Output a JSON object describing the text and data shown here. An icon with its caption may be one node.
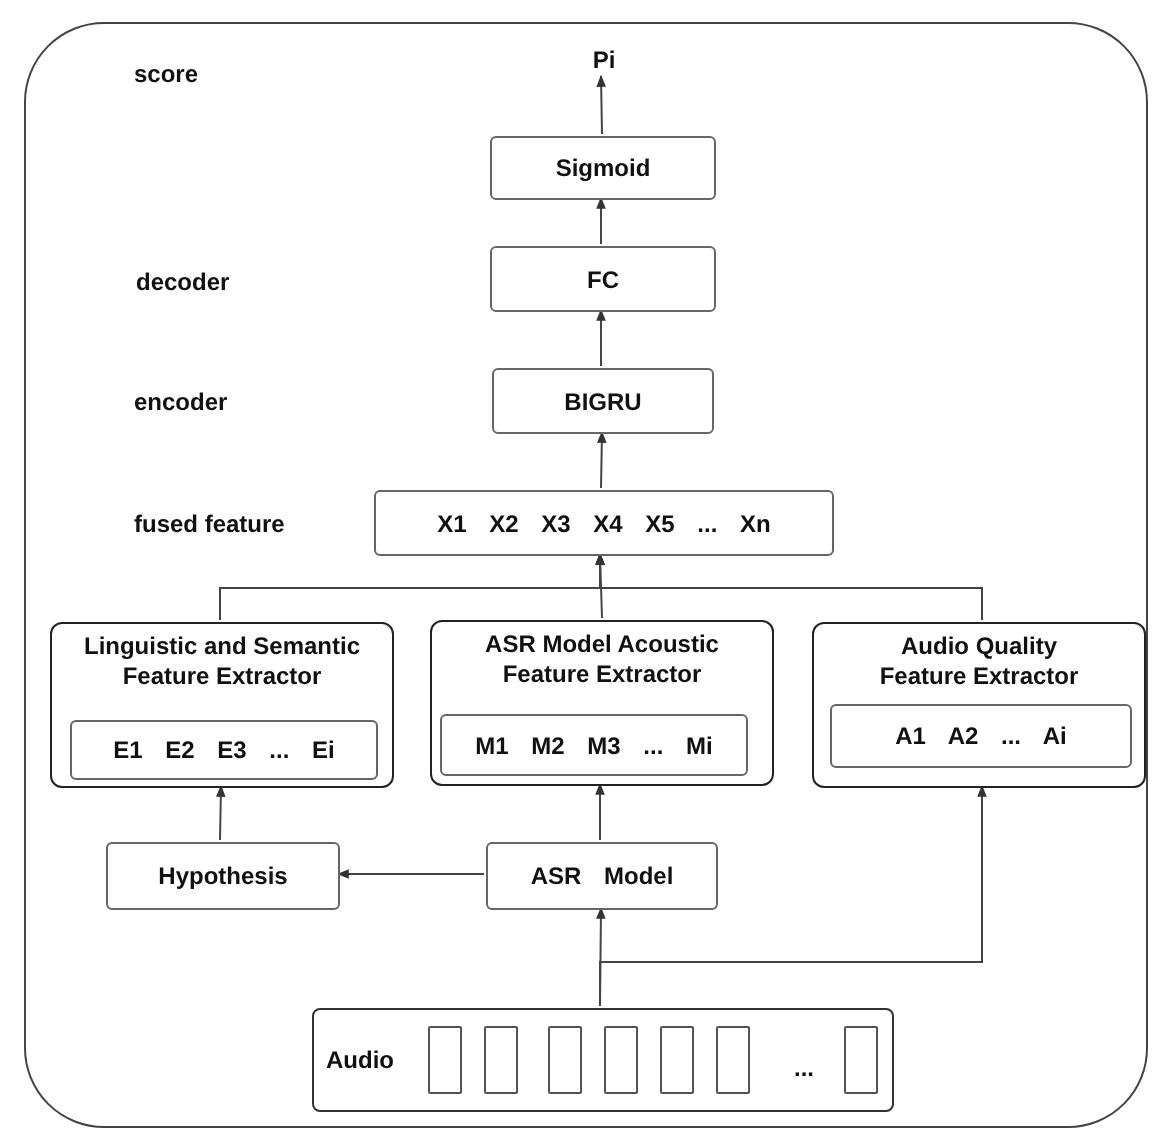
{
  "diagram": {
    "nodes": [
      {
        "text": [],
        "shape": "box"
      },
      {
        "text": [
          "Pi"
        ],
        "in": 0
      },
      {
        "text": [
          "Sigmoid"
        ],
        "in": 0
      },
      {
        "text": [
          "FC"
        ],
        "in": 0
      },
      {
        "text": [
          "BIGRU"
        ],
        "in": 0
      },
      {
        "text": [
          "X1 X2 X3 X4 X5 ... Xn"
        ],
        "in": 0
      },
      {
        "text": [
          "Linguistic and Semantic Feature Extractor"
        ],
        "in": 0
      },
      {
        "text": [
          "E1 E2 E3 ... Ei"
        ],
        "in": 6
      },
      {
        "text": [
          "ASR Model Acoustic Feature Extractor"
        ],
        "in": 0
      },
      {
        "text": [
          "M1 M2 M3 ... Mi"
        ],
        "in": 8
      },
      {
        "text": [
          "Audio Quality Feature Extractor"
        ],
        "in": 0
      },
      {
        "text": [
          "A1 A2 ... Ai"
        ],
        "in": 10
      },
      {
        "text": [
          "Hypothesis"
        ],
        "in": 0
      },
      {
        "text": [
          "ASR Model"
        ],
        "in": 0
      },
      {
        "text": [
          "Audio",
          "..."
        ],
        "in": 0
      }
    ],
    "edges": [
      {
        "from": 2,
        "to": 1,
        "arrow": "to"
      },
      {
        "from": 3,
        "to": 2,
        "arrow": "to"
      },
      {
        "from": 4,
        "to": 3,
        "arrow": "to"
      },
      {
        "from": 5,
        "to": 4,
        "arrow": "to"
      },
      {
        "from": 6,
        "to": 5,
        "arrow": "to"
      },
      {
        "from": 8,
        "to": 5,
        "arrow": "to"
      },
      {
        "from": 10,
        "to": 5,
        "arrow": "to"
      },
      {
        "from": 13,
        "to": 8,
        "arrow": "to"
      },
      {
        "from": 12,
        "to": 6,
        "arrow": "to"
      },
      {
        "from": 13,
        "to": 12,
        "arrow": "to"
      },
      {
        "from": 14,
        "to": 13,
        "arrow": "to"
      },
      {
        "from": 14,
        "to": 10,
        "arrow": "to"
      }
    ],
    "labels": [
      "score",
      "decoder",
      "encoder",
      "fused feature"
    ]
  }
}
